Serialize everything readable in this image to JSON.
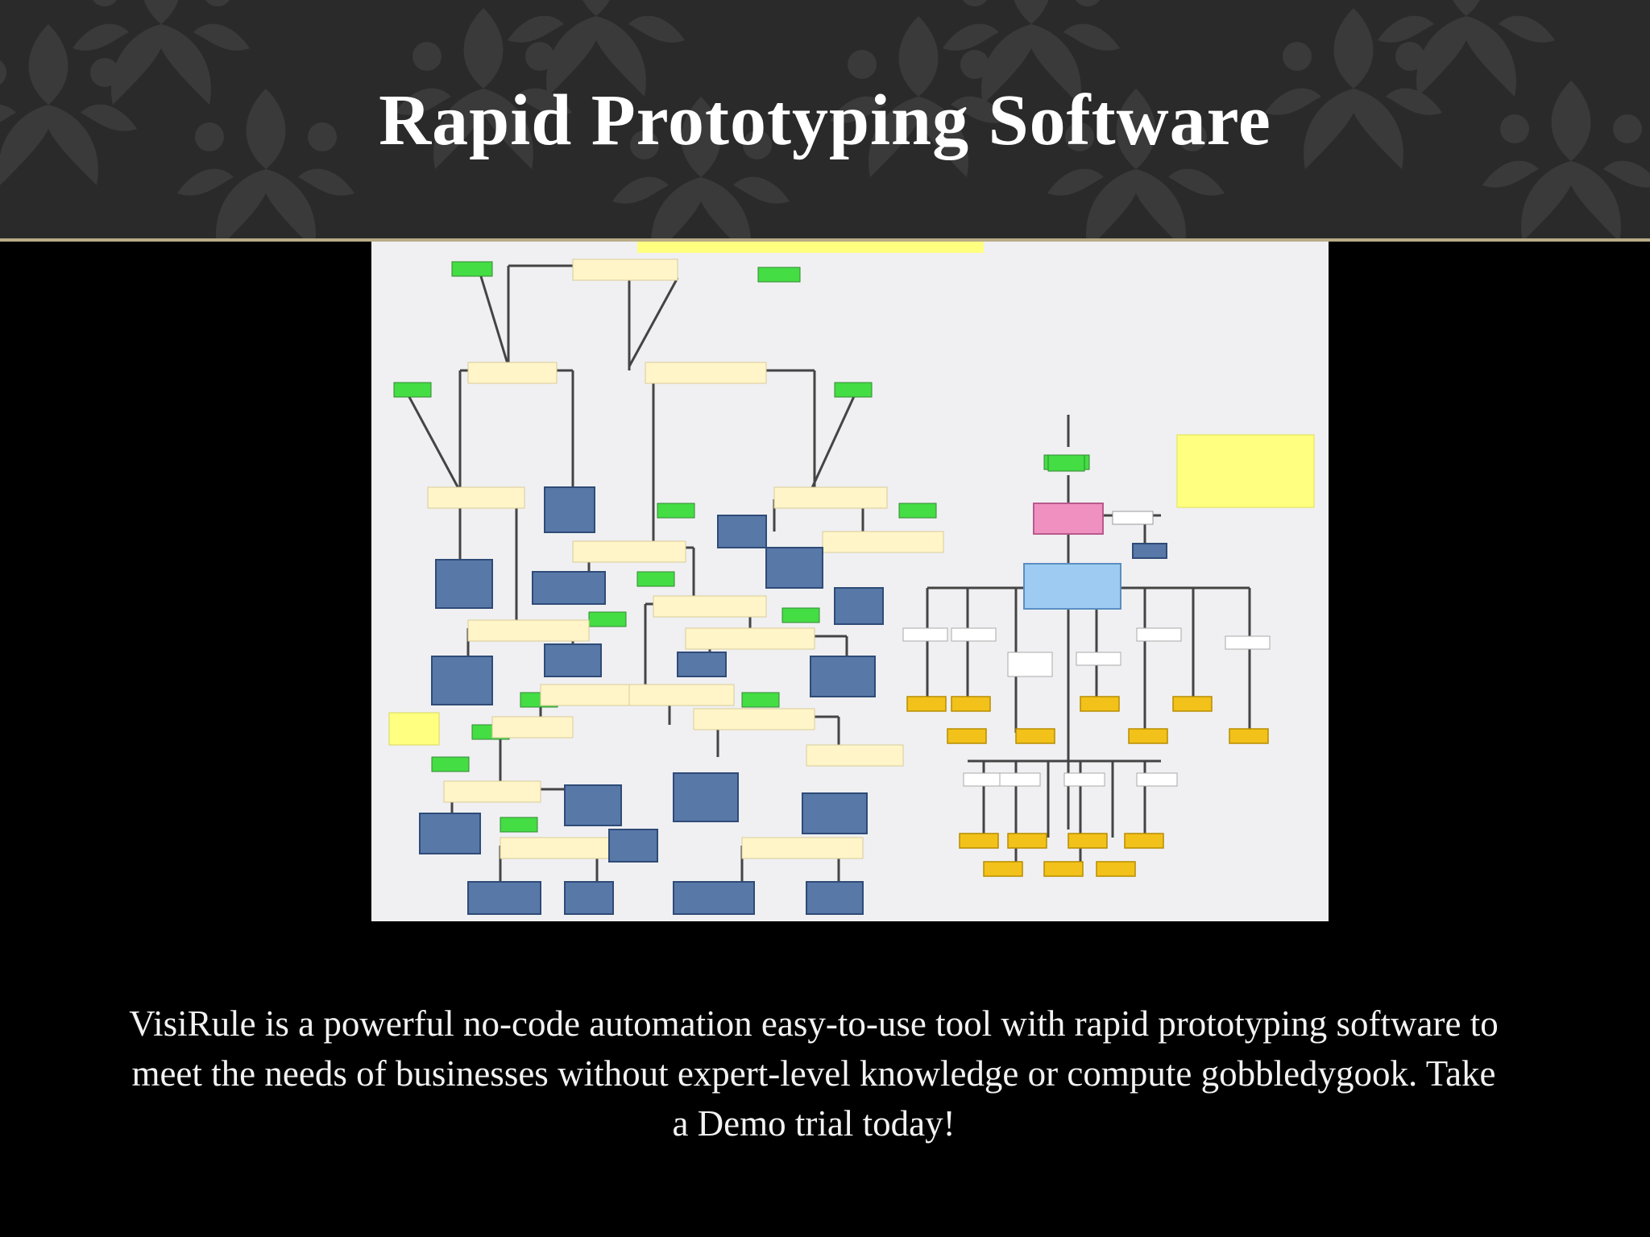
{
  "slide": {
    "title": "Rapid Prototyping Software",
    "caption": "VisiRule is a powerful no-code automation easy-to-use tool with rapid prototyping software to meet the needs of businesses without expert-level knowledge or compute gobbledygook. Take a Demo trial today!"
  },
  "colors": {
    "header_bg": "#2a2a2a",
    "header_rule": "#b9ab86",
    "slide_bg": "#000000",
    "diagram_bg": "#f0f0f2",
    "node_green": "#44dd44",
    "node_blue": "#5878a8",
    "node_cream": "#fff5c8",
    "node_yellow": "#f2c21a",
    "node_pink": "#f090c0",
    "node_lightblue": "#9ecbf2",
    "note_yellow": "#ffff80"
  },
  "diagram": {
    "image": "VisiRule decision-tree flowchart screenshot"
  }
}
